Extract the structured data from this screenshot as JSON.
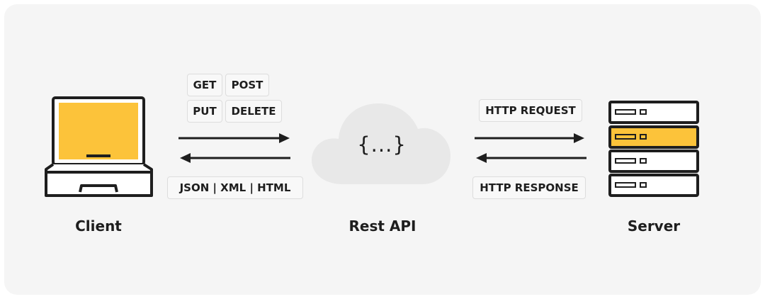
{
  "colors": {
    "background": "#f5f5f5",
    "accent": "#fcc33a",
    "stroke": "#1e1e1e",
    "cloud": "#e8e8e8"
  },
  "nodes": {
    "client": {
      "label": "Client",
      "icon": "laptop-icon"
    },
    "api": {
      "label": "Rest API",
      "icon": "cloud-icon",
      "symbol": "{...}"
    },
    "server": {
      "label": "Server",
      "icon": "server-rack-icon"
    }
  },
  "client_to_api": {
    "methods": [
      "GET",
      "POST",
      "PUT",
      "DELETE"
    ],
    "formats": "JSON | XML | HTML"
  },
  "api_to_server": {
    "request": "HTTP REQUEST",
    "response": "HTTP RESPONSE"
  }
}
